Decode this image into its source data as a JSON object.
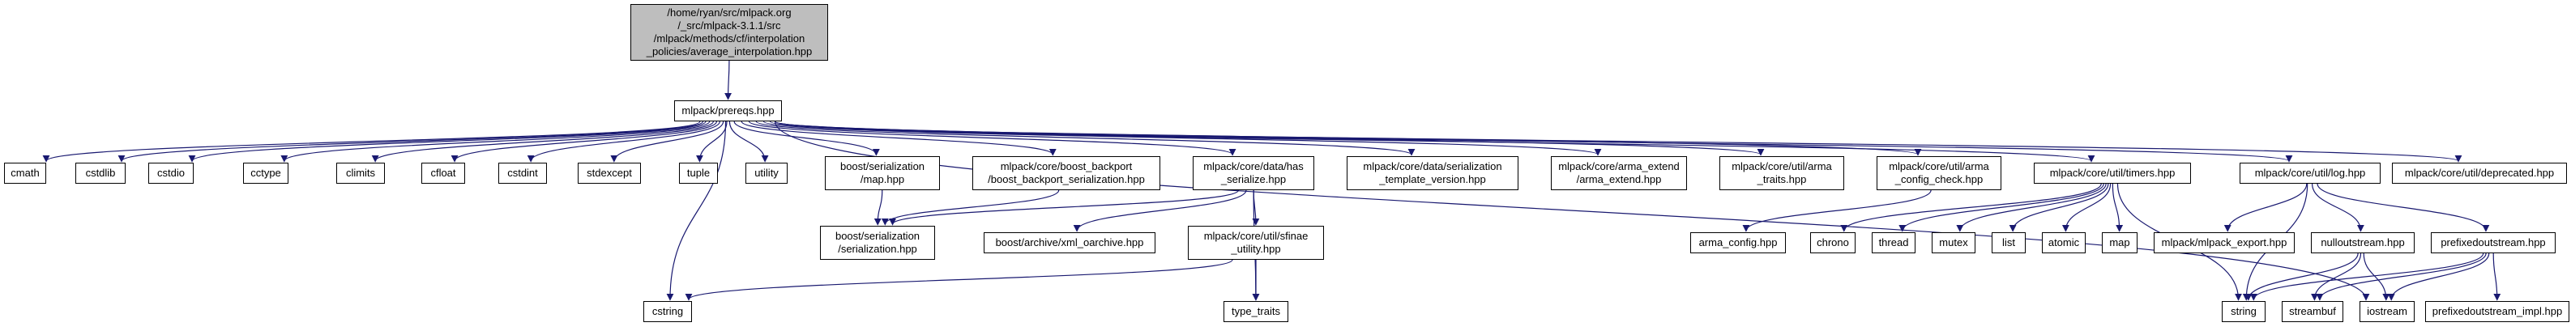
{
  "graph": {
    "kind": "include-dependency-graph",
    "edge_color": "#191970",
    "node_background": "#ffffff",
    "node_border": "#000000",
    "root_background": "#bebebe"
  },
  "nodes": {
    "root": {
      "label": "/home/ryan/src/mlpack.org\n/_src/mlpack-3.1.1/src\n/mlpack/methods/cf/interpolation\n_policies/average_interpolation.hpp"
    },
    "prereqs": {
      "label": "mlpack/prereqs.hpp"
    },
    "cmath": {
      "label": "cmath"
    },
    "cstdlib": {
      "label": "cstdlib"
    },
    "cstdio": {
      "label": "cstdio"
    },
    "cctype": {
      "label": "cctype"
    },
    "climits": {
      "label": "climits"
    },
    "cfloat": {
      "label": "cfloat"
    },
    "cstdint": {
      "label": "cstdint"
    },
    "stdexcept": {
      "label": "stdexcept"
    },
    "tuple": {
      "label": "tuple"
    },
    "utility": {
      "label": "utility"
    },
    "map_hpp": {
      "label": "boost/serialization\n/map.hpp"
    },
    "boost_backport": {
      "label": "mlpack/core/boost_backport\n/boost_backport_serialization.hpp"
    },
    "has_serialize": {
      "label": "mlpack/core/data/has\n_serialize.hpp"
    },
    "stv": {
      "label": "mlpack/core/data/serialization\n_template_version.hpp"
    },
    "arma_extend": {
      "label": "mlpack/core/arma_extend\n/arma_extend.hpp"
    },
    "arma_traits": {
      "label": "mlpack/core/util/arma\n_traits.hpp"
    },
    "arma_config_check": {
      "label": "mlpack/core/util/arma\n_config_check.hpp"
    },
    "timers": {
      "label": "mlpack/core/util/timers.hpp"
    },
    "log": {
      "label": "mlpack/core/util/log.hpp"
    },
    "deprecated": {
      "label": "mlpack/core/util/deprecated.hpp"
    },
    "serialization_hpp": {
      "label": "boost/serialization\n/serialization.hpp"
    },
    "xml_oarchive": {
      "label": "boost/archive/xml_oarchive.hpp"
    },
    "sfinae": {
      "label": "mlpack/core/util/sfinae\n_utility.hpp"
    },
    "arma_config": {
      "label": "arma_config.hpp"
    },
    "chrono": {
      "label": "chrono"
    },
    "thread": {
      "label": "thread"
    },
    "mutex": {
      "label": "mutex"
    },
    "list": {
      "label": "list"
    },
    "atomic": {
      "label": "atomic"
    },
    "map_std": {
      "label": "map"
    },
    "mlpack_export": {
      "label": "mlpack/mlpack_export.hpp"
    },
    "nulloutstream": {
      "label": "nulloutstream.hpp"
    },
    "prefixedoutstream": {
      "label": "prefixedoutstream.hpp"
    },
    "cstring": {
      "label": "cstring"
    },
    "type_traits": {
      "label": "type_traits"
    },
    "string": {
      "label": "string"
    },
    "streambuf": {
      "label": "streambuf"
    },
    "iostream": {
      "label": "iostream"
    },
    "pref_impl": {
      "label": "prefixedoutstream_impl.hpp"
    }
  },
  "edges": [
    [
      "root",
      "prereqs"
    ],
    [
      "prereqs",
      "cmath"
    ],
    [
      "prereqs",
      "cstdlib"
    ],
    [
      "prereqs",
      "cstdio"
    ],
    [
      "prereqs",
      "cctype"
    ],
    [
      "prereqs",
      "climits"
    ],
    [
      "prereqs",
      "cfloat"
    ],
    [
      "prereqs",
      "cstdint"
    ],
    [
      "prereqs",
      "stdexcept"
    ],
    [
      "prereqs",
      "tuple"
    ],
    [
      "prereqs",
      "utility"
    ],
    [
      "prereqs",
      "map_hpp"
    ],
    [
      "prereqs",
      "boost_backport"
    ],
    [
      "prereqs",
      "has_serialize"
    ],
    [
      "prereqs",
      "stv"
    ],
    [
      "prereqs",
      "arma_extend"
    ],
    [
      "prereqs",
      "arma_traits"
    ],
    [
      "prereqs",
      "arma_config_check"
    ],
    [
      "prereqs",
      "timers"
    ],
    [
      "prereqs",
      "log"
    ],
    [
      "prereqs",
      "deprecated"
    ],
    [
      "prereqs",
      "cstring"
    ],
    [
      "prereqs",
      "iostream"
    ],
    [
      "map_hpp",
      "serialization_hpp"
    ],
    [
      "boost_backport",
      "serialization_hpp"
    ],
    [
      "has_serialize",
      "serialization_hpp"
    ],
    [
      "has_serialize",
      "xml_oarchive"
    ],
    [
      "has_serialize",
      "sfinae"
    ],
    [
      "has_serialize",
      "type_traits"
    ],
    [
      "sfinae",
      "type_traits"
    ],
    [
      "sfinae",
      "cstring"
    ],
    [
      "arma_config_check",
      "arma_config"
    ],
    [
      "timers",
      "chrono"
    ],
    [
      "timers",
      "thread"
    ],
    [
      "timers",
      "mutex"
    ],
    [
      "timers",
      "list"
    ],
    [
      "timers",
      "atomic"
    ],
    [
      "timers",
      "map_std"
    ],
    [
      "timers",
      "string"
    ],
    [
      "log",
      "string"
    ],
    [
      "log",
      "mlpack_export"
    ],
    [
      "log",
      "nulloutstream"
    ],
    [
      "log",
      "prefixedoutstream"
    ],
    [
      "nulloutstream",
      "iostream"
    ],
    [
      "nulloutstream",
      "streambuf"
    ],
    [
      "nulloutstream",
      "string"
    ],
    [
      "prefixedoutstream",
      "iostream"
    ],
    [
      "prefixedoutstream",
      "streambuf"
    ],
    [
      "prefixedoutstream",
      "string"
    ],
    [
      "prefixedoutstream",
      "pref_impl"
    ]
  ]
}
